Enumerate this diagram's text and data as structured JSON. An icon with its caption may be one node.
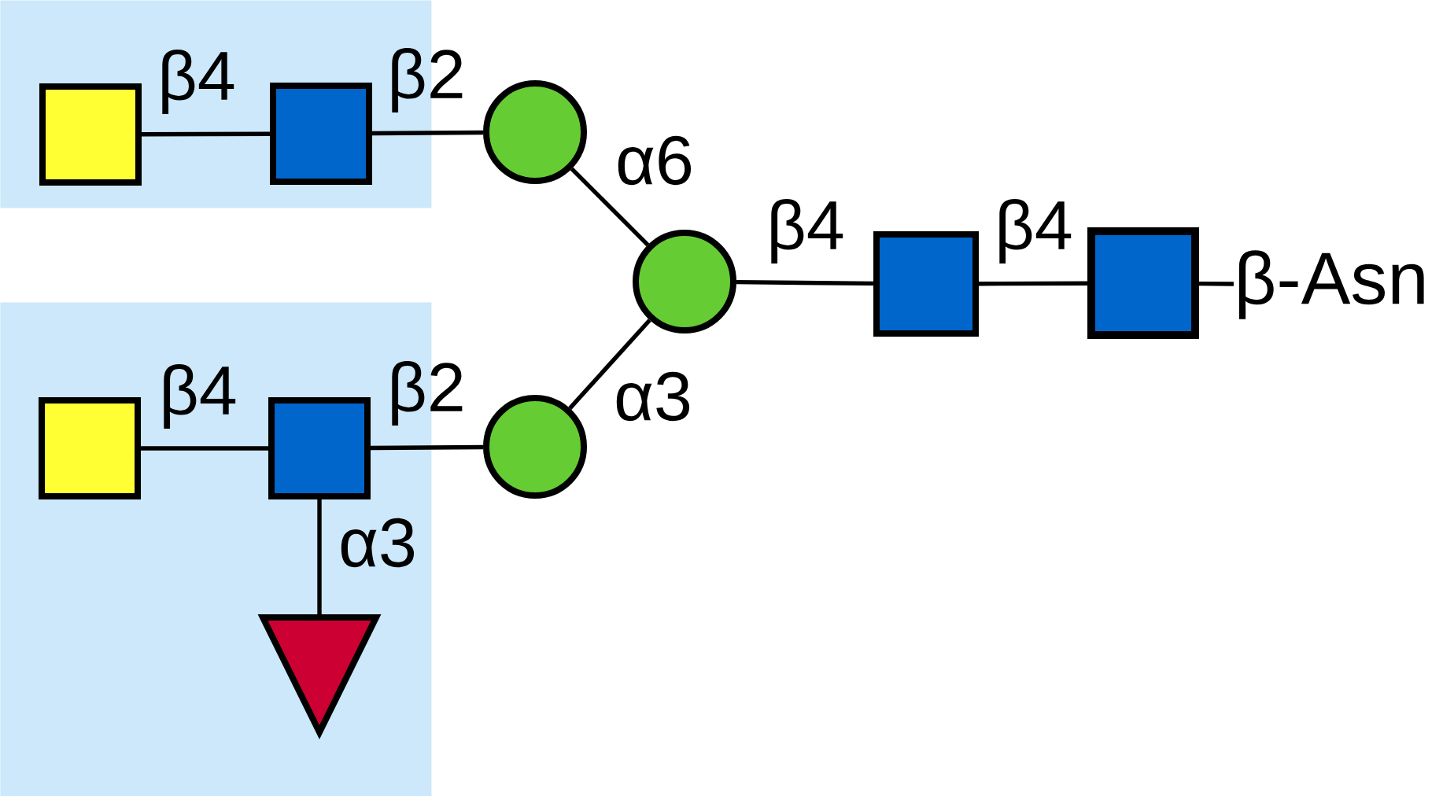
{
  "diagram": {
    "nodes": [
      {
        "text": [],
        "shape": "band"
      },
      {
        "text": [],
        "shape": "square",
        "in": 0
      },
      {
        "text": [],
        "shape": "square",
        "in": 0
      },
      {
        "text": [],
        "shape": "circle"
      },
      {
        "text": [],
        "shape": "circle"
      },
      {
        "text": [],
        "shape": "square"
      },
      {
        "text": [],
        "shape": "square"
      },
      {
        "text": [
          "β-Asn"
        ]
      },
      {
        "text": [],
        "shape": "band"
      },
      {
        "text": [],
        "shape": "square",
        "in": 8
      },
      {
        "text": [],
        "shape": "square",
        "in": 8
      },
      {
        "text": [],
        "shape": "circle"
      },
      {
        "text": [],
        "shape": "triangle",
        "in": 8
      }
    ],
    "edges": [
      {
        "from": 1,
        "to": 2,
        "arrow": "none",
        "label": "β4"
      },
      {
        "from": 2,
        "to": 3,
        "arrow": "none",
        "label": "β2"
      },
      {
        "from": 3,
        "to": 4,
        "arrow": "none",
        "label": "α6"
      },
      {
        "from": 4,
        "to": 5,
        "arrow": "none",
        "label": "β4"
      },
      {
        "from": 5,
        "to": 6,
        "arrow": "none",
        "label": "β4"
      },
      {
        "from": 6,
        "to": 7,
        "arrow": "none"
      },
      {
        "from": 9,
        "to": 10,
        "arrow": "none",
        "label": "β4"
      },
      {
        "from": 10,
        "to": 11,
        "arrow": "none",
        "label": "β2"
      },
      {
        "from": 11,
        "to": 4,
        "arrow": "none",
        "label": "α3"
      },
      {
        "from": 10,
        "to": 12,
        "arrow": "none",
        "label": "α3"
      }
    ]
  }
}
